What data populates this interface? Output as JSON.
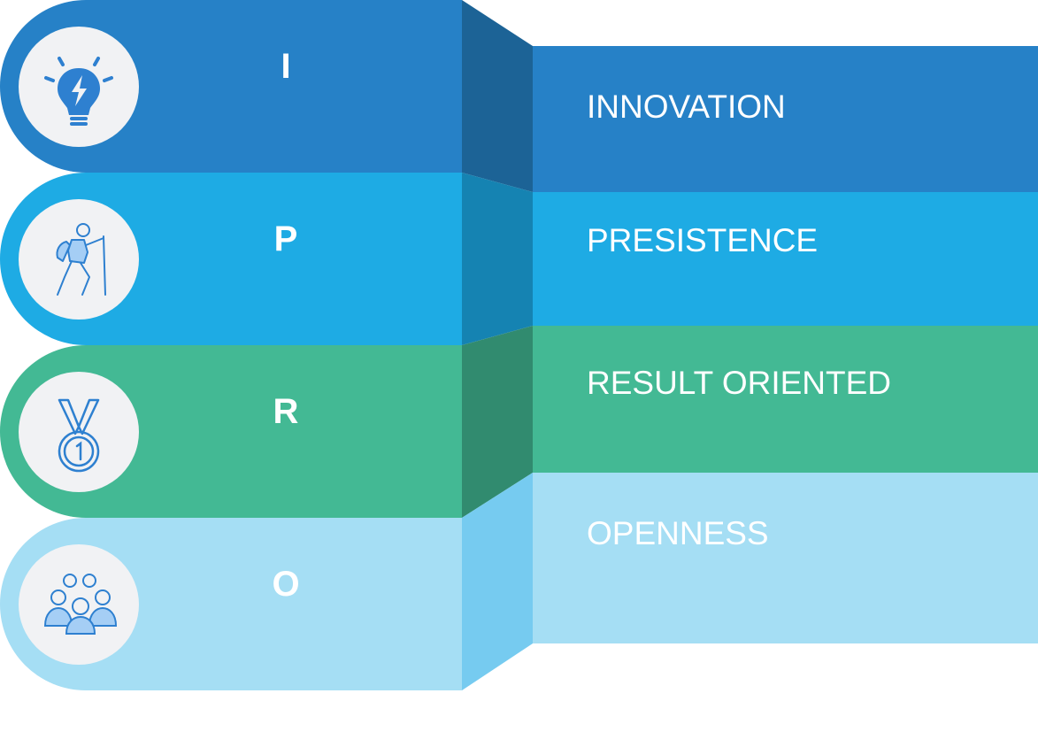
{
  "colors": {
    "innovation": "#2681c7",
    "innovation_dark": "#1c6396",
    "persistence": "#1eabe4",
    "persistence_dark": "#1583b2",
    "result": "#43b994",
    "result_dark": "#318b6f",
    "openness": "#a5def4",
    "openness_dark": "#76cbf0",
    "icon_bg": "#f1f2f4",
    "icon_stroke": "#2e80d0",
    "icon_fill": "#a5cef5"
  },
  "rows": [
    {
      "letter": "I",
      "label": "INNOVATION",
      "icon": "lightbulb-icon"
    },
    {
      "letter": "P",
      "label": "PRESISTENCE",
      "icon": "hiker-icon"
    },
    {
      "letter": "R",
      "label": "RESULT ORIENTED",
      "icon": "medal-icon"
    },
    {
      "letter": "O",
      "label": "OPENNESS",
      "icon": "group-icon"
    }
  ]
}
